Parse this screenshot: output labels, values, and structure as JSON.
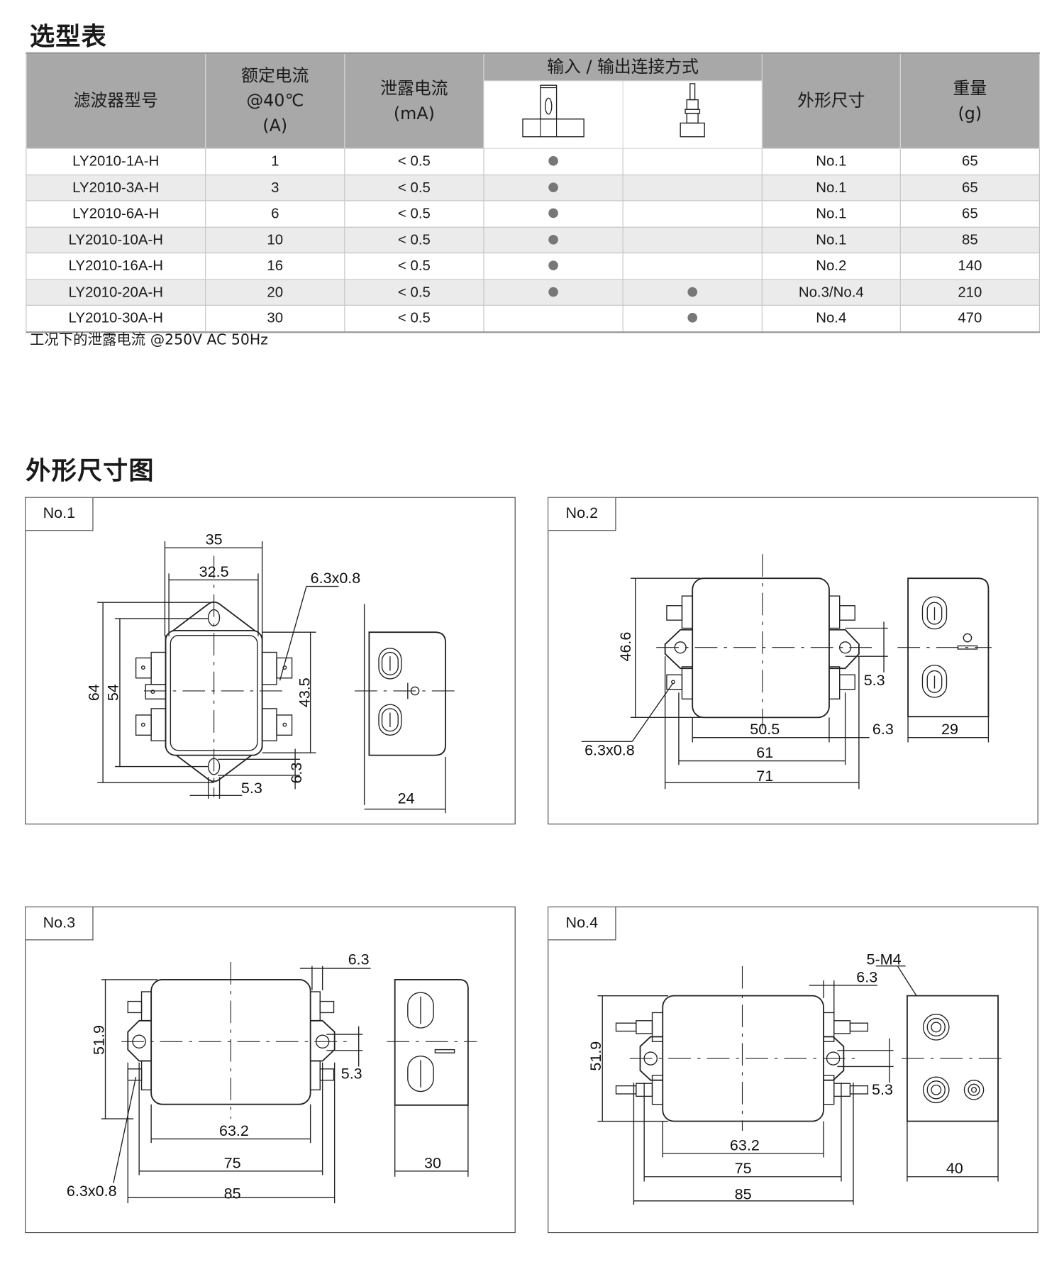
{
  "selection_title": "选型表",
  "table": {
    "headers": {
      "model": "滤波器型号",
      "rated_1": "额定电流",
      "rated_2": "@40℃",
      "rated_3": "(A)",
      "leak_1": "泄露电流",
      "leak_2": "(mA)",
      "conn": "输入 / 输出连接方式",
      "dims": "外形尺寸",
      "weight_1": "重量",
      "weight_2": "(g)"
    },
    "connector_icons": [
      "faston-tab-terminal-icon",
      "screw-stud-terminal-icon"
    ],
    "rows": [
      {
        "model": "LY2010-1A-H",
        "current": "1",
        "leakage": "< 0.5",
        "tab": true,
        "stud": false,
        "outline": "No.1",
        "weight": "65"
      },
      {
        "model": "LY2010-3A-H",
        "current": "3",
        "leakage": "< 0.5",
        "tab": true,
        "stud": false,
        "outline": "No.1",
        "weight": "65"
      },
      {
        "model": "LY2010-6A-H",
        "current": "6",
        "leakage": "< 0.5",
        "tab": true,
        "stud": false,
        "outline": "No.1",
        "weight": "65"
      },
      {
        "model": "LY2010-10A-H",
        "current": "10",
        "leakage": "< 0.5",
        "tab": true,
        "stud": false,
        "outline": "No.1",
        "weight": "85"
      },
      {
        "model": "LY2010-16A-H",
        "current": "16",
        "leakage": "< 0.5",
        "tab": true,
        "stud": false,
        "outline": "No.2",
        "weight": "140"
      },
      {
        "model": "LY2010-20A-H",
        "current": "20",
        "leakage": "< 0.5",
        "tab": true,
        "stud": true,
        "outline": "No.3/No.4",
        "weight": "210"
      },
      {
        "model": "LY2010-30A-H",
        "current": "30",
        "leakage": "< 0.5",
        "tab": false,
        "stud": true,
        "outline": "No.4",
        "weight": "470"
      }
    ],
    "dot_color": "#777777"
  },
  "note": "工况下的泄露电流 @250V AC 50Hz",
  "outline_title": "外形尺寸图",
  "panels": {
    "p1": {
      "label": "No.1",
      "dims": [
        "35",
        "32.5",
        "6.3x0.8",
        "64",
        "54",
        "43.5",
        "6.3",
        "5.3",
        "24"
      ]
    },
    "p2": {
      "label": "No.2",
      "dims": [
        "46.6",
        "5.3",
        "50.5",
        "6.3",
        "61",
        "71",
        "6.3x0.8",
        "29"
      ]
    },
    "p3": {
      "label": "No.3",
      "dims": [
        "6.3",
        "51.9",
        "5.3",
        "63.2",
        "75",
        "85",
        "6.3x0.8",
        "30"
      ]
    },
    "p4": {
      "label": "No.4",
      "dims": [
        "5-M4",
        "6.3",
        "51.9",
        "5.3",
        "63.2",
        "75",
        "85",
        "40"
      ]
    }
  }
}
